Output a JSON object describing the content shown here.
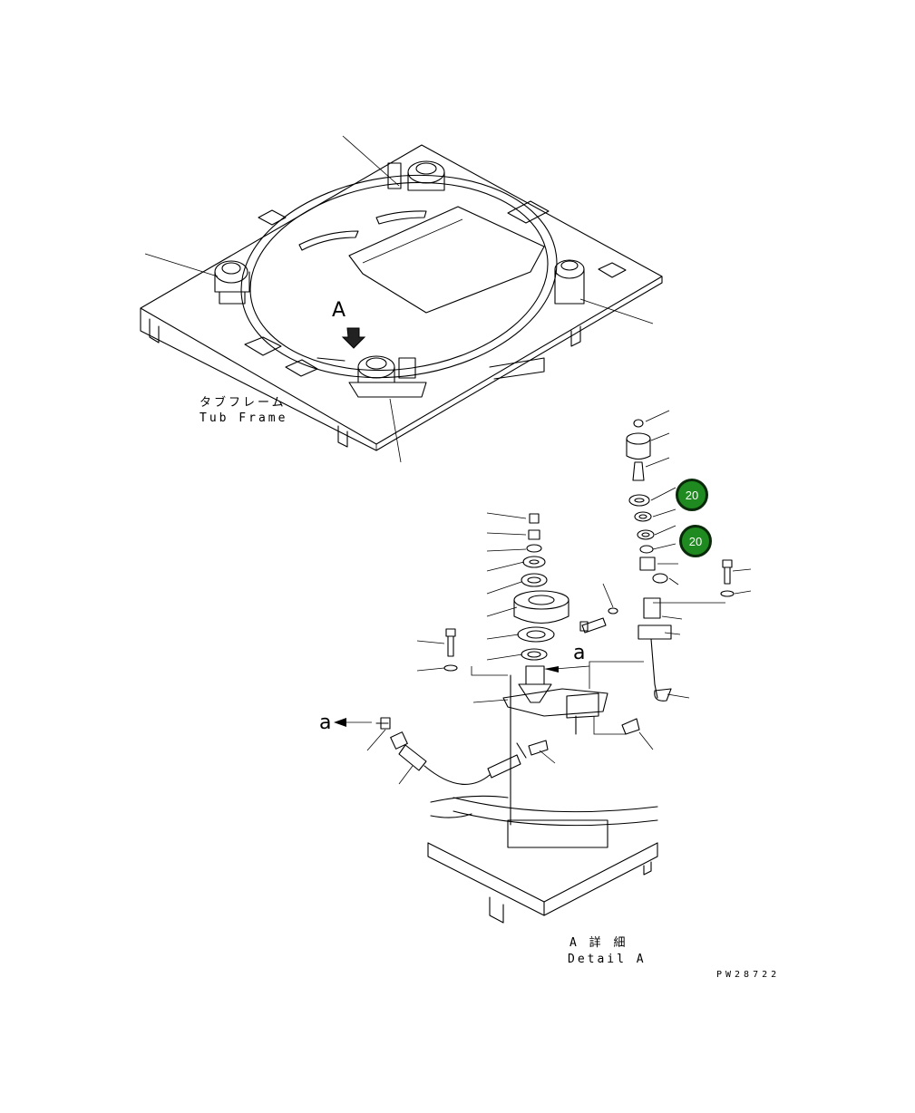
{
  "tub_frame": {
    "label_jp": "タブフレーム",
    "label_en": "Tub Frame",
    "view_marker": "A"
  },
  "detail": {
    "label_jp": "A 詳 細",
    "label_en": "Detail A",
    "connector_marker_1": "a",
    "connector_marker_2": "a"
  },
  "drawing_number": "PW28722",
  "callouts": [
    {
      "number": "20"
    },
    {
      "number": "20"
    }
  ]
}
